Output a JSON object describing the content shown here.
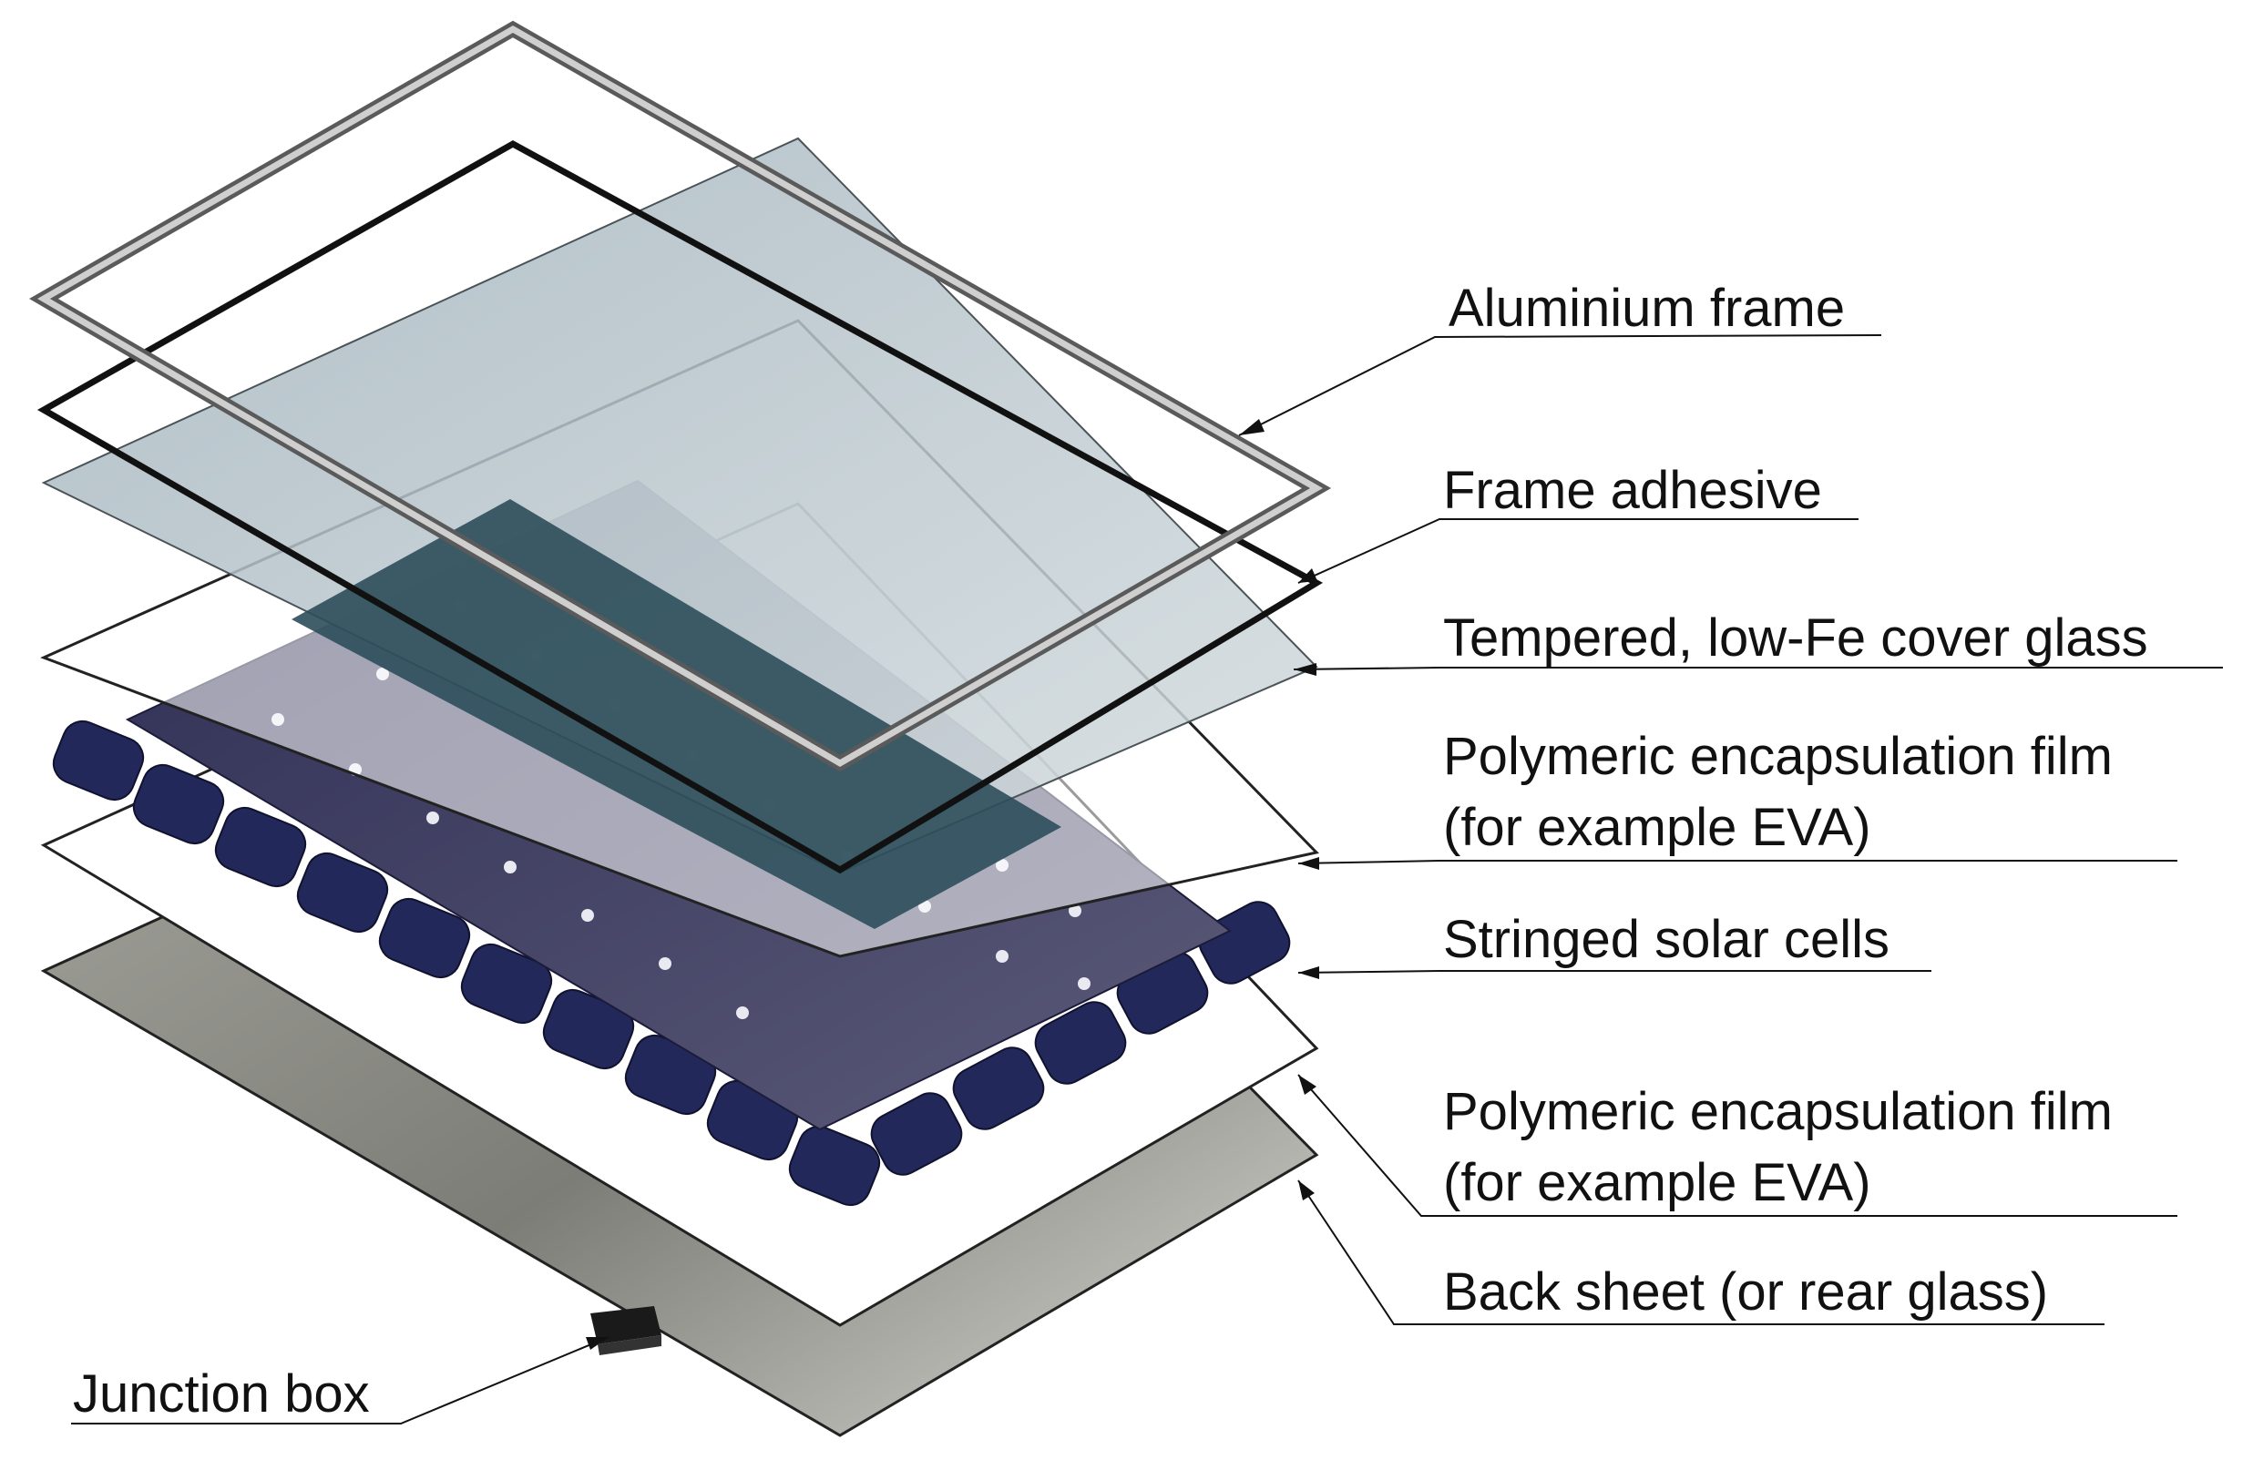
{
  "diagram": {
    "labels": {
      "aluminium_frame": "Aluminium frame",
      "frame_adhesive": "Frame adhesive",
      "cover_glass": "Tempered, low-Fe cover glass",
      "encapsulation_top_line1": "Polymeric encapsulation film",
      "encapsulation_top_line2": "(for example EVA)",
      "solar_cells": "Stringed solar cells",
      "encapsulation_bottom_line1": "Polymeric encapsulation film",
      "encapsulation_bottom_line2": "(for example EVA)",
      "back_sheet": "Back sheet (or rear glass)",
      "junction_box": "Junction box"
    },
    "colors": {
      "frame": "#8a8a8a",
      "adhesive": "#111111",
      "glass": "#b8c4cb",
      "film": "#ffffff",
      "cells_top": "#3a3a5e",
      "cell_dark": "#22285a",
      "back_sheet": "#8a8a84",
      "junction_box": "#1a1a1a"
    }
  }
}
